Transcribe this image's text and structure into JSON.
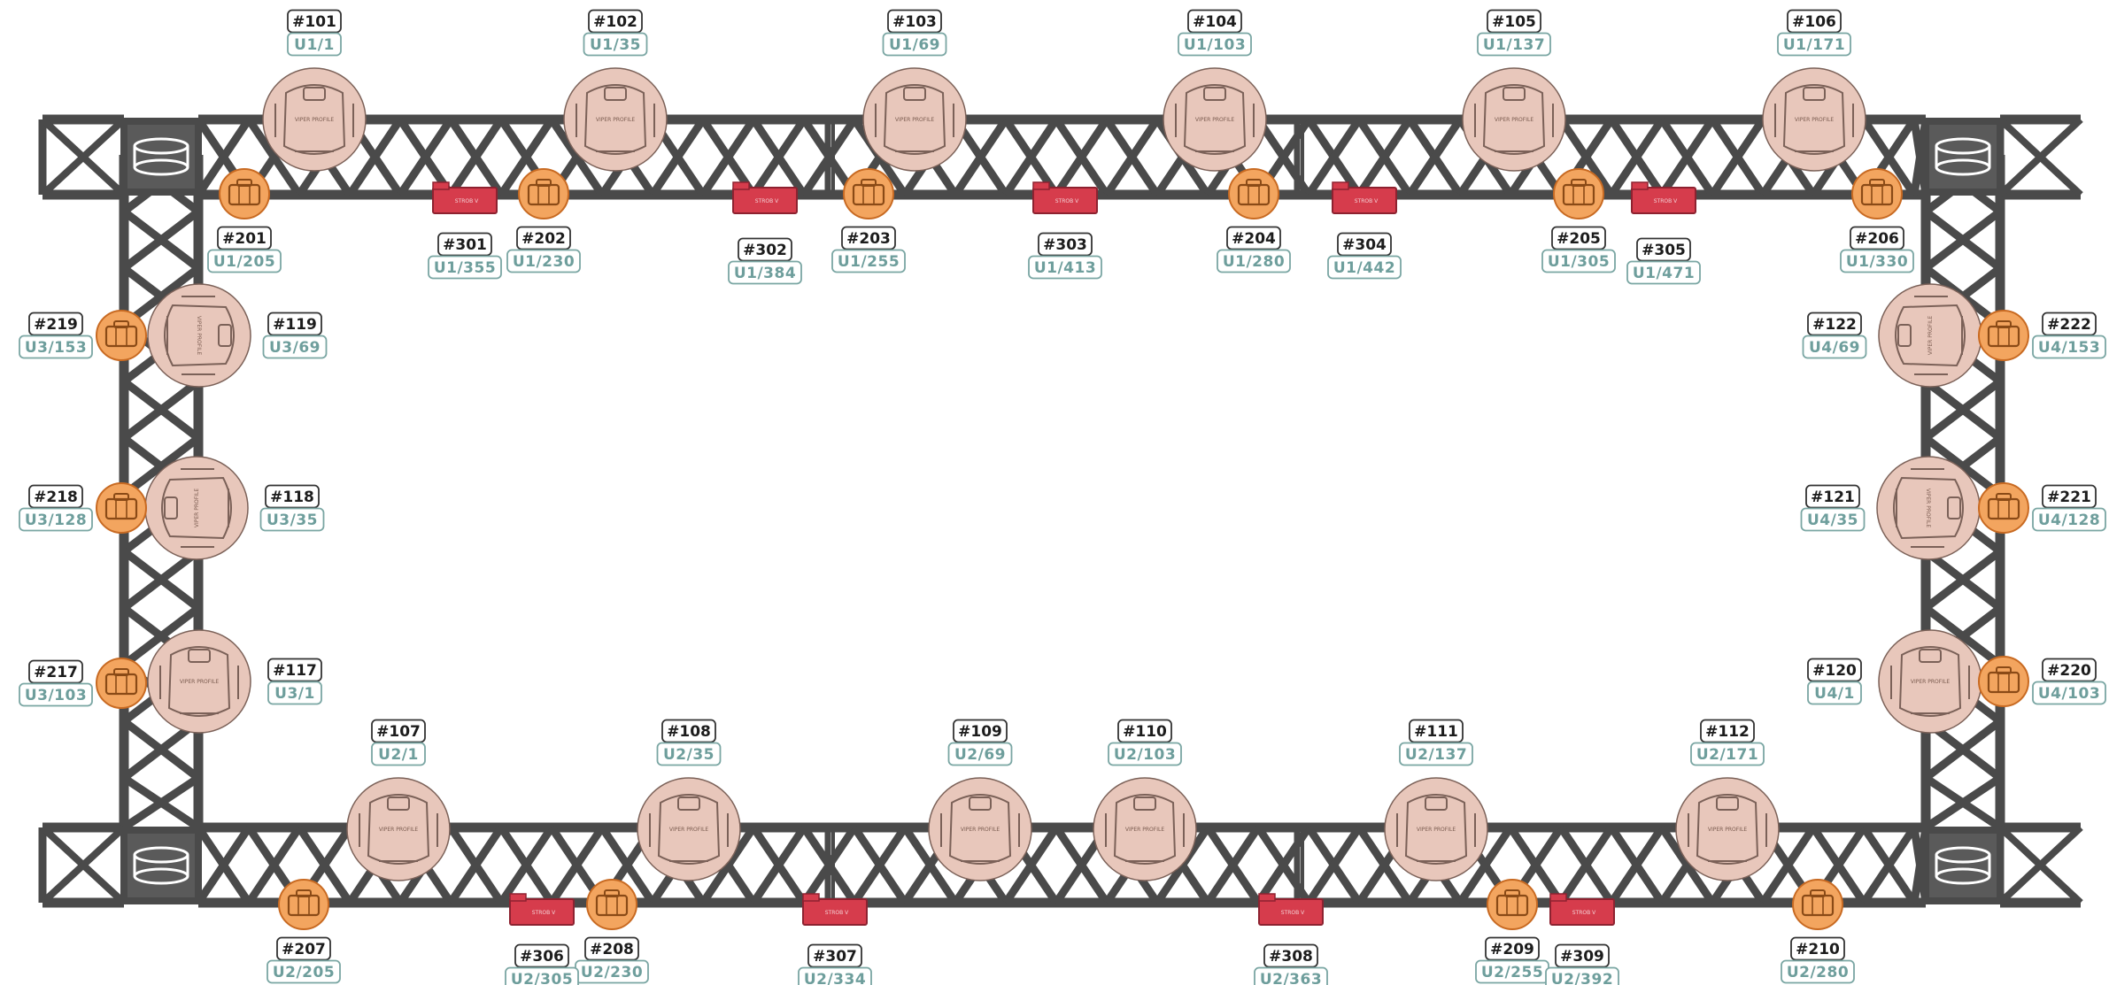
{
  "colors": {
    "truss": "#4a4a4a",
    "profile_fill": "#e8c7bb",
    "profile_stroke": "#7b6158",
    "wash_fill": "#f3a55f",
    "wash_stroke": "#c86a22",
    "strobe_fill": "#d63c4c",
    "strobe_stroke": "#8d2230",
    "label_id": "#1c1c1c",
    "label_addr": "#6e9e9c"
  },
  "fixture_text": {
    "profile": "VIPER PROFILE",
    "strobe": "STROB V"
  },
  "fixtures": [
    {
      "type": "profile",
      "id": "#101",
      "addr": "U1/1"
    },
    {
      "type": "profile",
      "id": "#102",
      "addr": "U1/35"
    },
    {
      "type": "profile",
      "id": "#103",
      "addr": "U1/69"
    },
    {
      "type": "profile",
      "id": "#104",
      "addr": "U1/103"
    },
    {
      "type": "profile",
      "id": "#105",
      "addr": "U1/137"
    },
    {
      "type": "profile",
      "id": "#106",
      "addr": "U1/171"
    },
    {
      "type": "profile",
      "id": "#107",
      "addr": "U2/1"
    },
    {
      "type": "profile",
      "id": "#108",
      "addr": "U2/35"
    },
    {
      "type": "profile",
      "id": "#109",
      "addr": "U2/69"
    },
    {
      "type": "profile",
      "id": "#110",
      "addr": "U2/103"
    },
    {
      "type": "profile",
      "id": "#111",
      "addr": "U2/137"
    },
    {
      "type": "profile",
      "id": "#112",
      "addr": "U2/171"
    },
    {
      "type": "profile",
      "id": "#117",
      "addr": "U3/1"
    },
    {
      "type": "profile",
      "id": "#118",
      "addr": "U3/35"
    },
    {
      "type": "profile",
      "id": "#119",
      "addr": "U3/69"
    },
    {
      "type": "profile",
      "id": "#120",
      "addr": "U4/1"
    },
    {
      "type": "profile",
      "id": "#121",
      "addr": "U4/35"
    },
    {
      "type": "profile",
      "id": "#122",
      "addr": "U4/69"
    },
    {
      "type": "wash",
      "id": "#201",
      "addr": "U1/205"
    },
    {
      "type": "wash",
      "id": "#202",
      "addr": "U1/230"
    },
    {
      "type": "wash",
      "id": "#203",
      "addr": "U1/255"
    },
    {
      "type": "wash",
      "id": "#204",
      "addr": "U1/280"
    },
    {
      "type": "wash",
      "id": "#205",
      "addr": "U1/305"
    },
    {
      "type": "wash",
      "id": "#206",
      "addr": "U1/330"
    },
    {
      "type": "wash",
      "id": "#207",
      "addr": "U2/205"
    },
    {
      "type": "wash",
      "id": "#208",
      "addr": "U2/230"
    },
    {
      "type": "wash",
      "id": "#209",
      "addr": "U2/255"
    },
    {
      "type": "wash",
      "id": "#210",
      "addr": "U2/280"
    },
    {
      "type": "wash",
      "id": "#217",
      "addr": "U3/103"
    },
    {
      "type": "wash",
      "id": "#218",
      "addr": "U3/128"
    },
    {
      "type": "wash",
      "id": "#219",
      "addr": "U3/153"
    },
    {
      "type": "wash",
      "id": "#220",
      "addr": "U4/103"
    },
    {
      "type": "wash",
      "id": "#221",
      "addr": "U4/128"
    },
    {
      "type": "wash",
      "id": "#222",
      "addr": "U4/153"
    },
    {
      "type": "strobe",
      "id": "#301",
      "addr": "U1/355"
    },
    {
      "type": "strobe",
      "id": "#302",
      "addr": "U1/384"
    },
    {
      "type": "strobe",
      "id": "#303",
      "addr": "U1/413"
    },
    {
      "type": "strobe",
      "id": "#304",
      "addr": "U1/442"
    },
    {
      "type": "strobe",
      "id": "#305",
      "addr": "U1/471"
    },
    {
      "type": "strobe",
      "id": "#306",
      "addr": "U2/305"
    },
    {
      "type": "strobe",
      "id": "#307",
      "addr": "U2/334"
    },
    {
      "type": "strobe",
      "id": "#308",
      "addr": "U2/363"
    },
    {
      "type": "strobe",
      "id": "#309",
      "addr": "U2/392"
    }
  ]
}
